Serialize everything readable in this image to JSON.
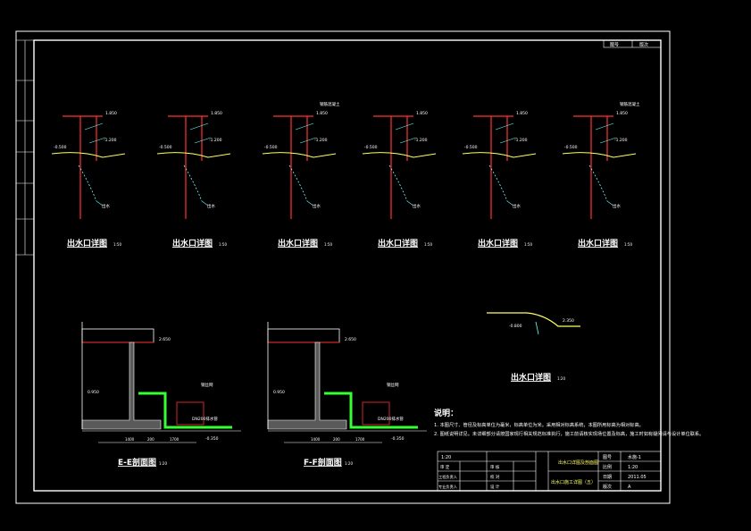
{
  "sheet": {
    "title_block_top": [
      "图号",
      "版次"
    ],
    "notes_title": "说明：",
    "notes": [
      "1. 本图尺寸、管径及标高单位为毫米，标高单位为米。采用相对标高系统，本图所用标高为相对标高。",
      "2. 图纸说明详见。未详细部分请按国家现行相关规范标准执行，施工前请核实现场位置及标高，施工时如有疑问请与设计单位联系。"
    ],
    "title_block": {
      "scale": "1:20",
      "drawing_name": "出水口详图及剖面图",
      "sheet_name": "出水口施工详图（五）",
      "right_labels": [
        "图号",
        "比例",
        "日期",
        "版次"
      ],
      "right_values": [
        "水施-1",
        "1:20",
        "2011.05",
        "A"
      ],
      "left_rows": [
        [
          "审 定",
          "",
          "审 核",
          ""
        ],
        [
          "工程负责人",
          "",
          "校 对",
          ""
        ],
        [
          "专业负责人",
          "",
          "设 计",
          ""
        ]
      ]
    }
  },
  "details": [
    {
      "caption": "出水口详图",
      "suffix": "1:50",
      "top": "1.850",
      "mid": "-0.500",
      "low": "-1.200",
      "label": "出水",
      "note": ""
    },
    {
      "caption": "出水口详图",
      "suffix": "1:50",
      "top": "1.850",
      "mid": "-0.500",
      "low": "-1.200",
      "label": "出水",
      "note": ""
    },
    {
      "caption": "出水口详图",
      "suffix": "1:50",
      "top": "1.850",
      "mid": "-0.500",
      "low": "-1.200",
      "label": "出水",
      "note": "钢筋混凝土"
    },
    {
      "caption": "出水口详图",
      "suffix": "1:50",
      "top": "1.850",
      "mid": "-0.500",
      "low": "-1.200",
      "label": "出水",
      "note": ""
    },
    {
      "caption": "出水口详图",
      "suffix": "1:50",
      "top": "1.850",
      "mid": "-0.500",
      "low": "-1.200",
      "label": "出水",
      "note": ""
    },
    {
      "caption": "出水口详图",
      "suffix": "1:50",
      "top": "1.850",
      "mid": "-0.500",
      "low": "-1.200",
      "label": "出水",
      "note": "钢筋混凝土"
    }
  ],
  "single_detail": {
    "caption": "出水口详图",
    "suffix": "1:20",
    "elev": "2.350",
    "elev2": "-0.800"
  },
  "sections": [
    {
      "caption": "E-E剖面图",
      "suffix": "1:20",
      "elev_top": "2.650",
      "elev_mid": "0.950",
      "elev_low": "-0.350",
      "pipe": "DN200排水管",
      "note": "钢丝网",
      "dims": [
        "1400",
        "200",
        "1700"
      ]
    },
    {
      "caption": "F-F剖面图",
      "suffix": "1:20",
      "elev_top": "2.650",
      "elev_mid": "0.950",
      "elev_low": "-0.350",
      "pipe": "DN200排水管",
      "note": "钢丝网",
      "dims": [
        "1400",
        "200",
        "1700"
      ]
    }
  ]
}
